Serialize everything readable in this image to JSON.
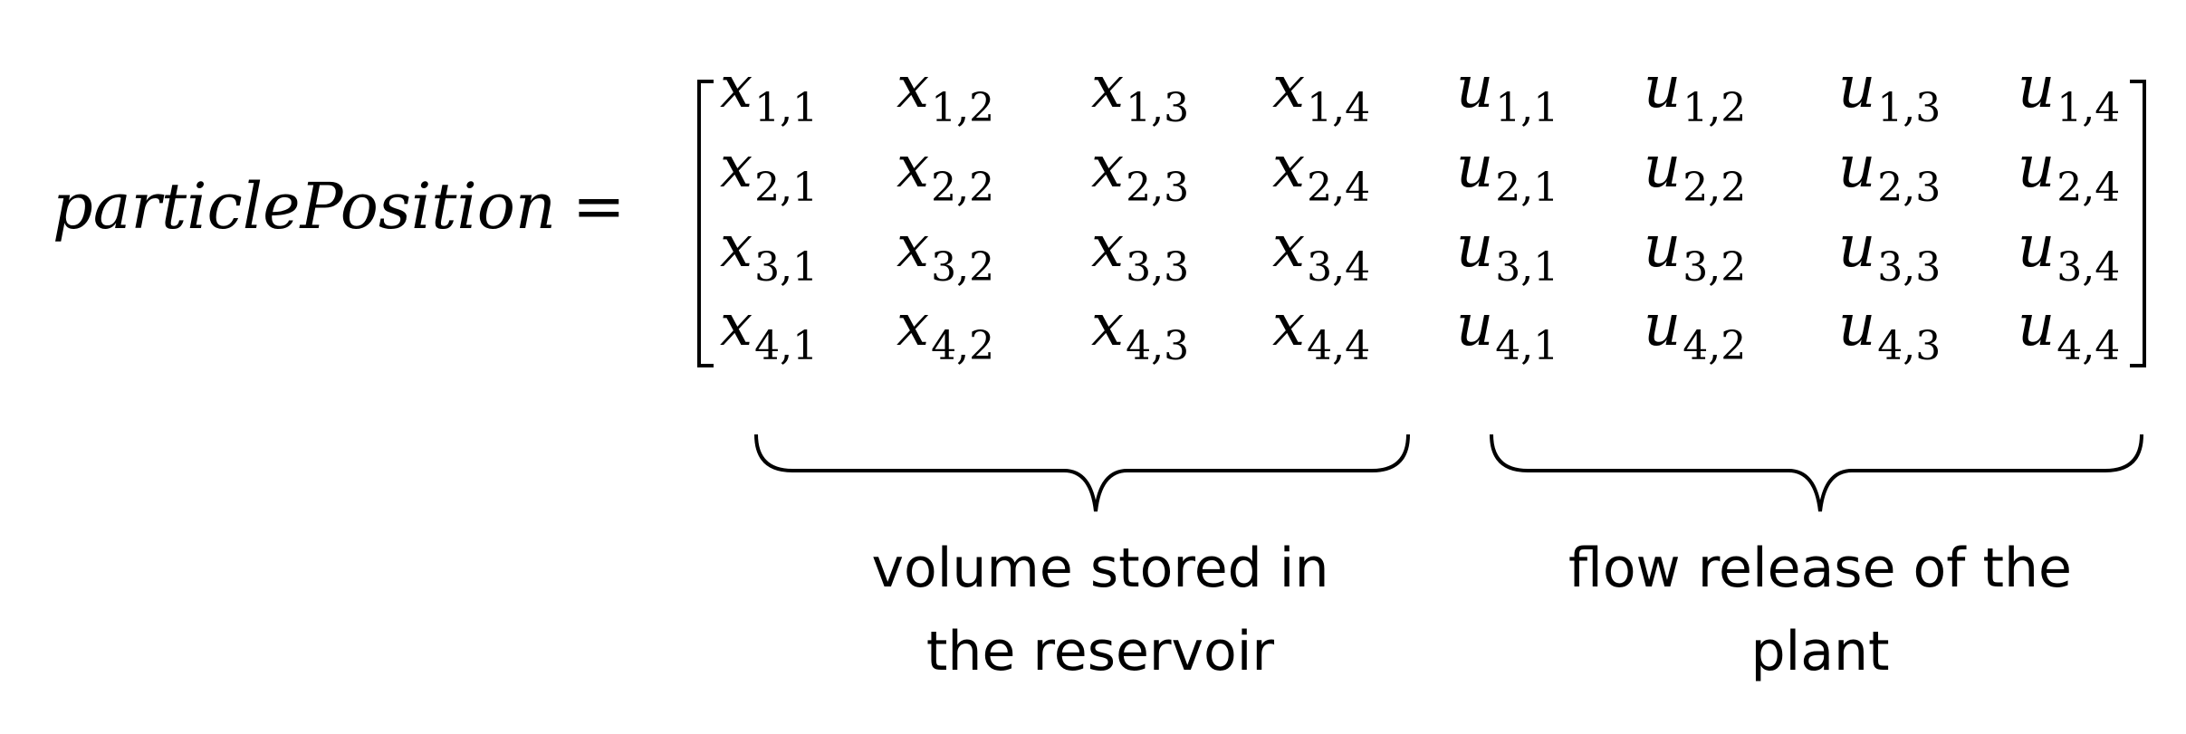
{
  "lhs": {
    "symbol": "particlePosition",
    "equals": "="
  },
  "matrix": {
    "rows": [
      [
        "x",
        "x",
        "x",
        "x",
        "u",
        "u",
        "u",
        "u"
      ],
      [
        "x",
        "x",
        "x",
        "x",
        "u",
        "u",
        "u",
        "u"
      ],
      [
        "x",
        "x",
        "x",
        "x",
        "u",
        "u",
        "u",
        "u"
      ],
      [
        "x",
        "x",
        "x",
        "x",
        "u",
        "u",
        "u",
        "u"
      ]
    ],
    "subscripts": [
      [
        "1,1",
        "1,2",
        "1,3",
        "1,4",
        "1,1",
        "1,2",
        "1,3",
        "1,4"
      ],
      [
        "2,1",
        "2,2",
        "2,3",
        "2,4",
        "2,1",
        "2,2",
        "2,3",
        "2,4"
      ],
      [
        "3,1",
        "3,2",
        "3,3",
        "3,4",
        "3,1",
        "3,2",
        "3,3",
        "3,4"
      ],
      [
        "4,1",
        "4,2",
        "4,3",
        "4,4",
        "4,1",
        "4,2",
        "4,3",
        "4,4"
      ]
    ]
  },
  "groups": [
    {
      "label_line1": "volume stored in",
      "label_line2": "the reservoir"
    },
    {
      "label_line1": "flow release of the",
      "label_line2": "plant"
    }
  ]
}
